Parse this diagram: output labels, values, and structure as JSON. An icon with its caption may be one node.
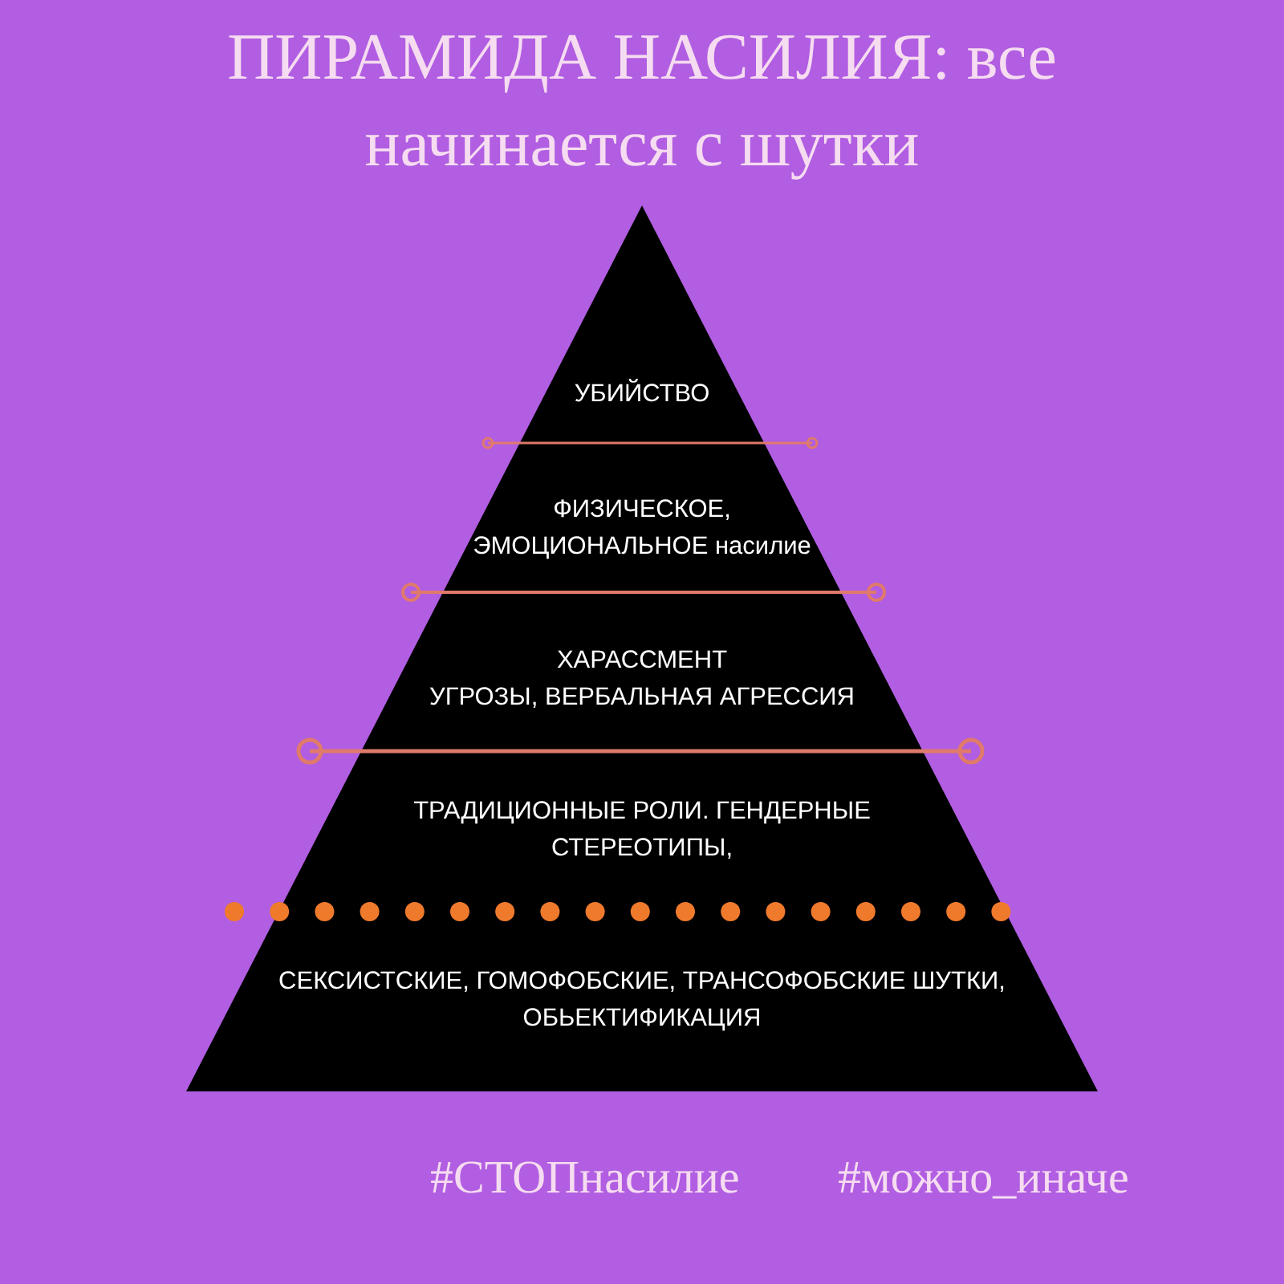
{
  "diagram": {
    "title": "ПИРАМИДА НАСИЛИЯ: все начинается с шутки",
    "nodes": [
      {
        "text": [
          "УБИЙСТВО"
        ]
      },
      {
        "text": [
          "ФИЗИЧЕСКОЕ, ЭМОЦИОНАЛЬНОЕ насилие"
        ]
      },
      {
        "text": [
          "ХАРАССМЕНТ",
          "УГРОЗЫ, ВЕРБАЛЬНАЯ АГРЕССИЯ"
        ]
      },
      {
        "text": [
          "ТРАДИЦИОННЫЕ РОЛИ. ГЕНДЕРНЫЕ СТЕРЕОТИПЫ,"
        ]
      },
      {
        "text": [
          "СЕКСИСТСКИЕ, ГОМОФОБСКИЕ, ТРАНСОФОБСКИЕ ШУТКИ, ОБЬЕКТИФИКАЦИЯ"
        ]
      }
    ],
    "edges": [],
    "labels": [
      "#СТОПнасилие",
      "#можно_иначе"
    ]
  }
}
